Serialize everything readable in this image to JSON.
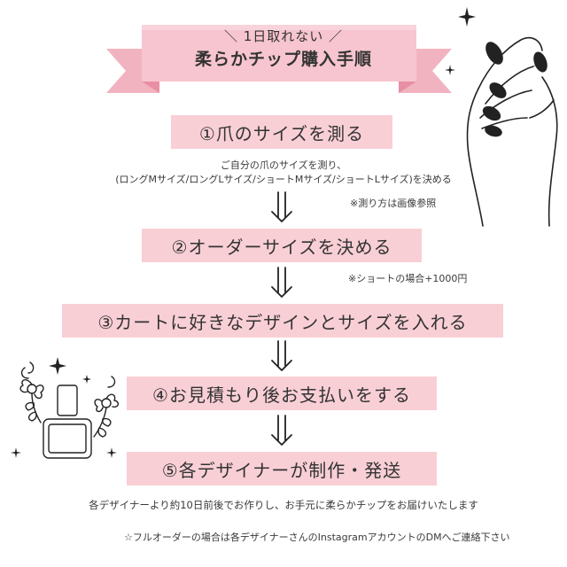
{
  "banner": {
    "line1": "＼ 1日取れない ／",
    "line2": "柔らかチップ購入手順"
  },
  "steps": [
    {
      "label": "①爪のサイズを測る"
    },
    {
      "label": "②オーダーサイズを決める"
    },
    {
      "label": "③カートに好きなデザインとサイズを入れる"
    },
    {
      "label": "④お見積もり後お支払いをする"
    },
    {
      "label": "⑤各デザイナーが制作・発送"
    }
  ],
  "notes": {
    "step1_line1": "ご自分の爪のサイズを測り、",
    "step1_line2": "(ロングMサイズ/ロングLサイズ/ショートMサイズ/ショートLサイズ)を決める",
    "step1_ref": "※測り方は画像参照",
    "step2_short": "※ショートの場合+1000円",
    "step5_desc": "各デザイナーより約10日前後でお作りし、お手元に柔らかチップをお届けいたします",
    "footer": "☆フルオーダーの場合は各デザイナーさんのInstagramアカウントのDMへご連絡下さい"
  },
  "colors": {
    "step_box": "#f9cfd6",
    "ribbon_main": "#f7c5cf",
    "ribbon_fold": "#ef9fb0",
    "nail": "#222222"
  },
  "decorations": [
    "hand-with-nails-illustration",
    "nail-polish-bottle-illustration",
    "sparkle-icon"
  ]
}
